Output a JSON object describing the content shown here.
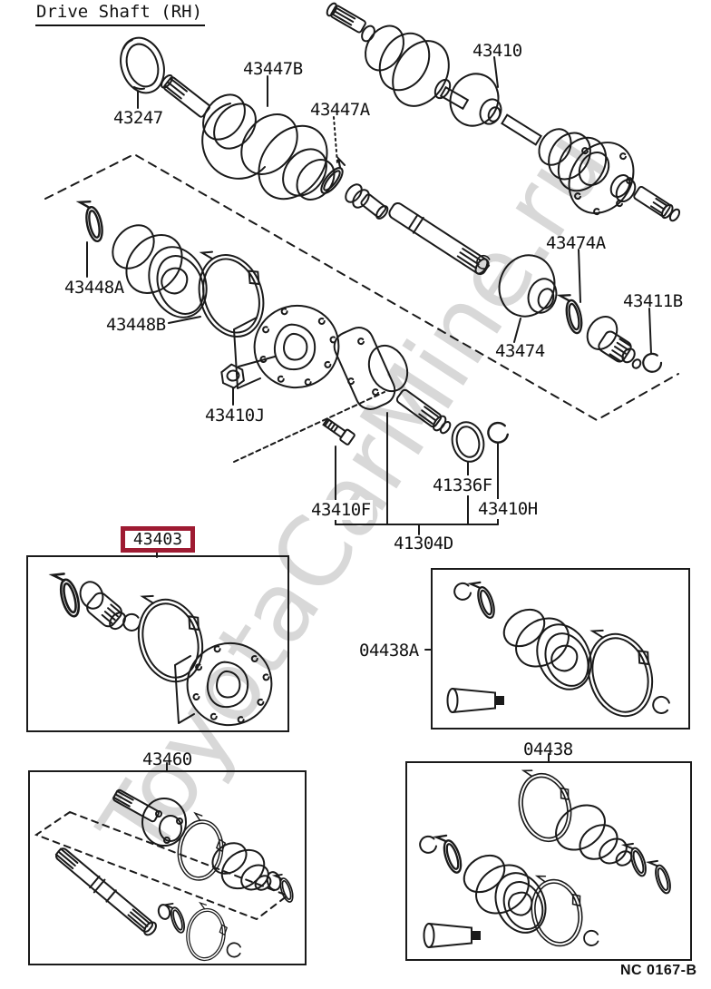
{
  "title": "Drive Shaft (RH)",
  "watermark": "ToyotaCarMine.ru",
  "doc_code": "NC 0167-B",
  "highlight": {
    "part": "43403",
    "color": "#9E1B32"
  },
  "labels": {
    "43247": "43247",
    "43447B": "43447B",
    "43447A": "43447A",
    "43410": "43410",
    "43448A": "43448A",
    "43448B": "43448B",
    "43474A": "43474A",
    "43474": "43474",
    "43411B": "43411B",
    "43410J": "43410J",
    "43410F": "43410F",
    "41336F": "41336F",
    "43410H": "43410H",
    "41304D": "41304D",
    "43403": "43403",
    "04438A": "04438A",
    "04438": "04438",
    "43460": "43460"
  }
}
